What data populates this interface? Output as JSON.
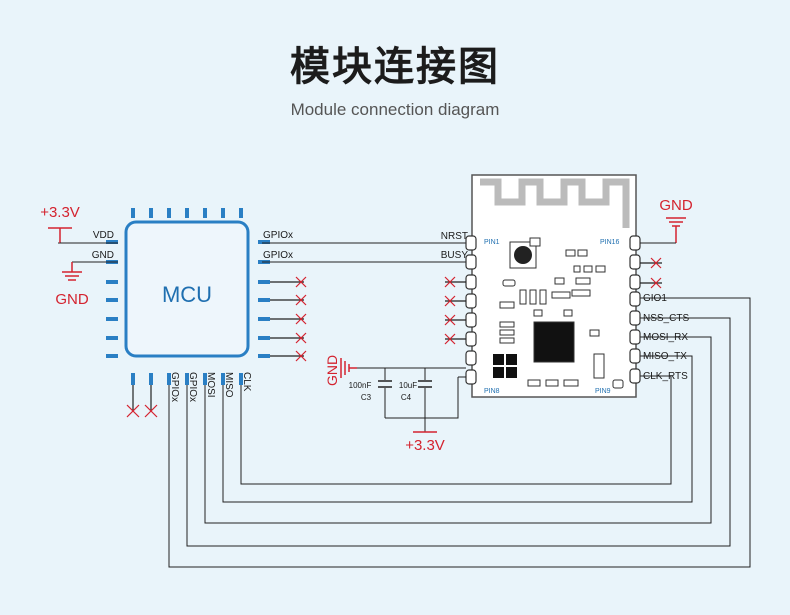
{
  "header": {
    "title": "模块连接图",
    "subtitle": "Module connection diagram"
  },
  "mcu": {
    "label": "MCU",
    "left_pins": [
      "VDD",
      "GND"
    ],
    "right_pins": [
      "GPIOx",
      "GPIOx"
    ],
    "bottom_pins": [
      "GPIOx",
      "GPIOx",
      "MOSI",
      "MISO",
      "CLK"
    ]
  },
  "module": {
    "left_pins": [
      "NRST",
      "BUSY"
    ],
    "right_pins": [
      "GIO1",
      "NSS_CTS",
      "MOSI_RX",
      "MISO_TX",
      "CLK_RTS"
    ],
    "pin_markers": [
      "PIN1",
      "PIN16",
      "PIN8",
      "PIN9"
    ]
  },
  "power": {
    "vdd_top": "+3.3V",
    "gnd_left": "GND",
    "gnd_module_top": "GND",
    "gnd_caps": "GND",
    "vdd_caps": "+3.3V"
  },
  "capacitors": [
    {
      "value": "100nF",
      "ref": "C3"
    },
    {
      "value": "10uF",
      "ref": "C4"
    }
  ],
  "colors": {
    "background": "#e9f4fa",
    "mcu_border": "#2a7fc4",
    "pin_blue": "#2a7fc4",
    "power_red": "#d4232f",
    "wire": "#222222"
  }
}
